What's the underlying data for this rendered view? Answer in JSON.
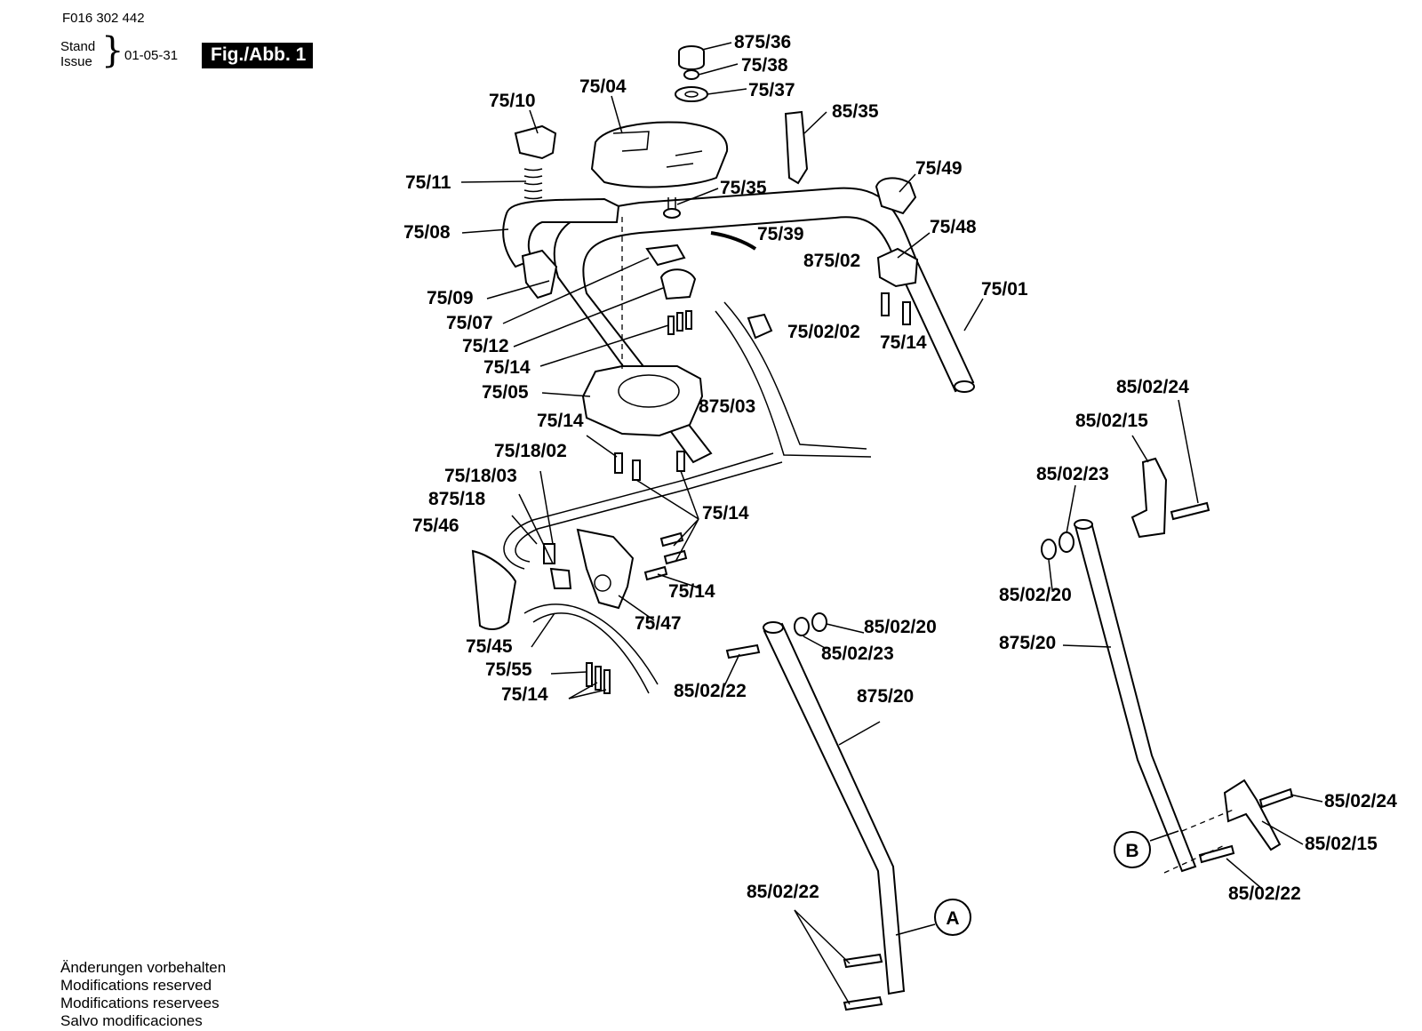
{
  "header": {
    "doc_code": "F016 302 442",
    "stand": "Stand",
    "issue": "Issue",
    "brace": "}",
    "date": "01-05-31",
    "figure": "Fig./Abb. 1"
  },
  "footer": [
    "Änderungen vorbehalten",
    "Modifications reserved",
    "Modifications reservees",
    "Salvo modificaciones"
  ],
  "labels": {
    "p875_36": "875/36",
    "p75_38": "75/38",
    "p75_37": "75/37",
    "p75_04": "75/04",
    "p75_10": "75/10",
    "p85_35": "85/35",
    "p75_11": "75/11",
    "p75_35": "75/35",
    "p75_49": "75/49",
    "p75_08": "75/08",
    "p75_39": "75/39",
    "p75_48": "75/48",
    "p875_02": "875/02",
    "p75_09": "75/09",
    "p75_01": "75/01",
    "p75_07": "75/07",
    "p75_02_02": "75/02/02",
    "p75_14_a": "75/14",
    "p75_12": "75/12",
    "p75_14_b": "75/14",
    "p75_05": "75/05",
    "p875_03": "875/03",
    "p75_14_c": "75/14",
    "p75_18_02": "75/18/02",
    "p75_18_03": "75/18/03",
    "p875_18": "875/18",
    "p75_14_d": "75/14",
    "p75_46": "75/46",
    "p75_14_e": "75/14",
    "p75_47": "75/47",
    "p75_45": "75/45",
    "p75_55": "75/55",
    "p75_14_f": "75/14",
    "p85_02_22_a": "85/02/22",
    "p85_02_20_a": "85/02/20",
    "p85_02_23_a": "85/02/23",
    "p875_20_a": "875/20",
    "p85_02_22_b": "85/02/22",
    "p85_02_24_a": "85/02/24",
    "p85_02_15_a": "85/02/15",
    "p85_02_23_b": "85/02/23",
    "p85_02_20_b": "85/02/20",
    "p875_20_b": "875/20",
    "p85_02_24_b": "85/02/24",
    "p85_02_15_b": "85/02/15",
    "p85_02_22_c": "85/02/22",
    "callout_a": "A",
    "callout_b": "B"
  }
}
